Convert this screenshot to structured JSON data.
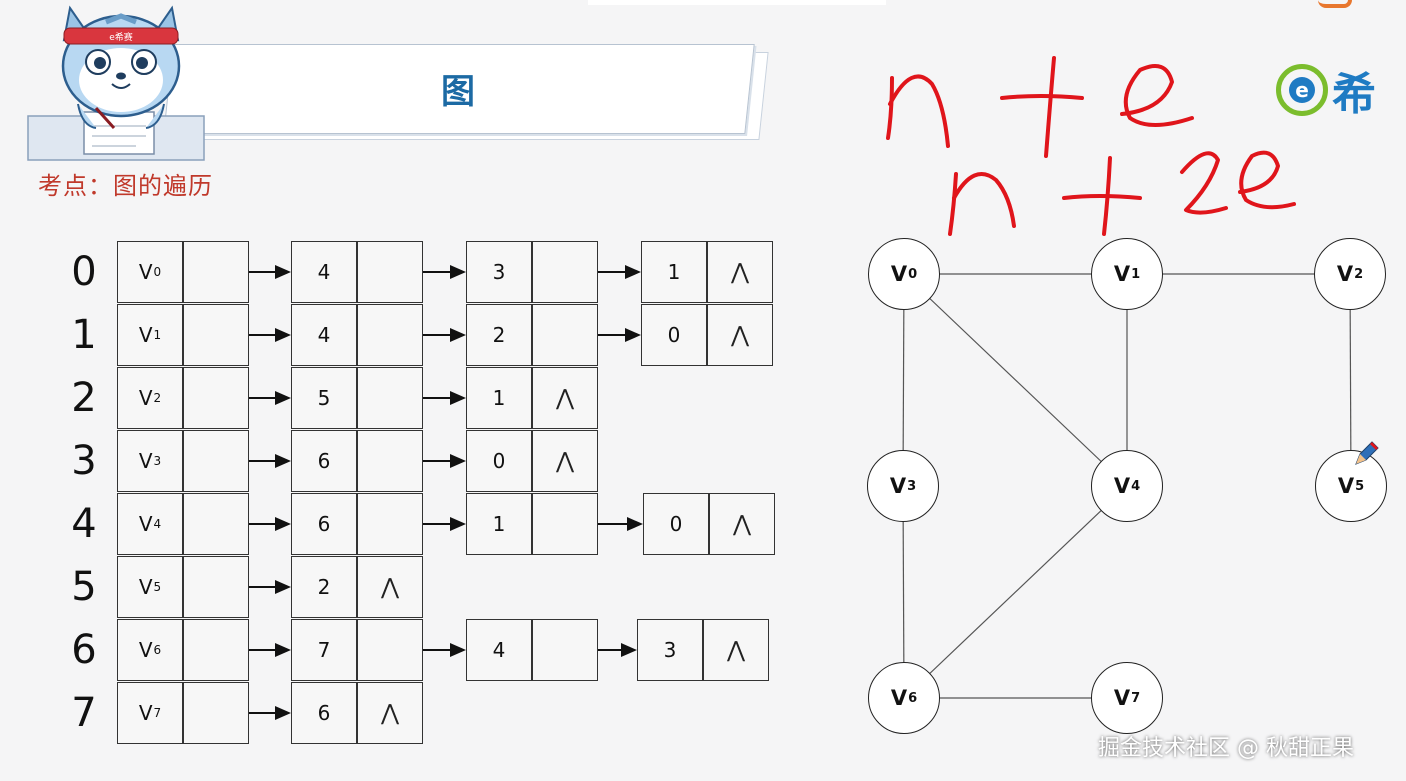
{
  "header": {
    "title": "图",
    "topic": "考点：图的遍历",
    "mascot_badge": "e希赛",
    "logo_symbol": "e",
    "logo_text": "希"
  },
  "handwriting": [
    "n+e",
    "n+2e"
  ],
  "adjacency_list": {
    "row_indices": [
      "0",
      "1",
      "2",
      "3",
      "4",
      "5",
      "6",
      "7"
    ],
    "vertex_cells": [
      {
        "label": "V",
        "sub": "0"
      },
      {
        "label": "V",
        "sub": "1"
      },
      {
        "label": "V",
        "sub": "2"
      },
      {
        "label": "V",
        "sub": "3"
      },
      {
        "label": "V",
        "sub": "4"
      },
      {
        "label": "V",
        "sub": "5"
      },
      {
        "label": "V",
        "sub": "6"
      },
      {
        "label": "V",
        "sub": "7"
      }
    ],
    "null_symbol": "⋀",
    "rows": [
      [
        "4",
        "3",
        "1"
      ],
      [
        "4",
        "2",
        "0"
      ],
      [
        "5",
        "1"
      ],
      [
        "6",
        "0"
      ],
      [
        "6",
        "1",
        "0"
      ],
      [
        "2"
      ],
      [
        "7",
        "4",
        "3"
      ],
      [
        "6"
      ]
    ]
  },
  "graph": {
    "nodes": [
      {
        "id": "v0",
        "label": "V",
        "sub": "0"
      },
      {
        "id": "v1",
        "label": "V",
        "sub": "1"
      },
      {
        "id": "v2",
        "label": "V",
        "sub": "2"
      },
      {
        "id": "v3",
        "label": "V",
        "sub": "3"
      },
      {
        "id": "v4",
        "label": "V",
        "sub": "4"
      },
      {
        "id": "v5",
        "label": "V",
        "sub": "5"
      },
      {
        "id": "v6",
        "label": "V",
        "sub": "6"
      },
      {
        "id": "v7",
        "label": "V",
        "sub": "7"
      }
    ],
    "edges": [
      [
        "v0",
        "v1"
      ],
      [
        "v1",
        "v2"
      ],
      [
        "v0",
        "v3"
      ],
      [
        "v0",
        "v4"
      ],
      [
        "v1",
        "v4"
      ],
      [
        "v2",
        "v5"
      ],
      [
        "v3",
        "v6"
      ],
      [
        "v4",
        "v6"
      ],
      [
        "v6",
        "v7"
      ]
    ]
  },
  "watermark": "掘金技术社区 @ 秋甜正果",
  "colors": {
    "title": "#1c6aa4",
    "topic": "#c0392b",
    "handwriting": "#e0151b",
    "logo_green": "#7bbd2d",
    "logo_blue": "#1f7bc3"
  }
}
